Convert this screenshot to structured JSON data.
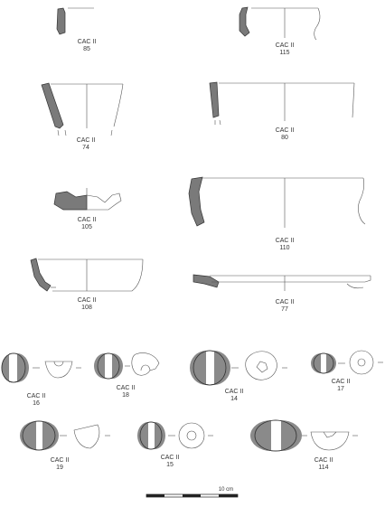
{
  "sherds": [
    {
      "id": "s85",
      "label": "CAC II",
      "number": "85"
    },
    {
      "id": "s115",
      "label": "CAC II",
      "number": "115"
    },
    {
      "id": "s74",
      "label": "CAC II",
      "number": "74"
    },
    {
      "id": "s80",
      "label": "CAC II",
      "number": "80"
    },
    {
      "id": "s105",
      "label": "CAC II",
      "number": "105"
    },
    {
      "id": "s110",
      "label": "CAC II",
      "number": "110"
    },
    {
      "id": "s108",
      "label": "CAC II",
      "number": "108"
    },
    {
      "id": "s77",
      "label": "CAC II",
      "number": "77"
    }
  ],
  "beads": [
    {
      "id": "b16",
      "label": "CAC II",
      "number": "16"
    },
    {
      "id": "b18",
      "label": "CAC II",
      "number": "18"
    },
    {
      "id": "b14",
      "label": "CAC II",
      "number": "14"
    },
    {
      "id": "b17",
      "label": "CAC II",
      "number": "17"
    },
    {
      "id": "b19",
      "label": "CAC II",
      "number": "19"
    },
    {
      "id": "b15",
      "label": "CAC II",
      "number": "15"
    },
    {
      "id": "b114",
      "label": "CAC II",
      "number": "114"
    }
  ],
  "scale_bar": {
    "label": "10 cm"
  }
}
